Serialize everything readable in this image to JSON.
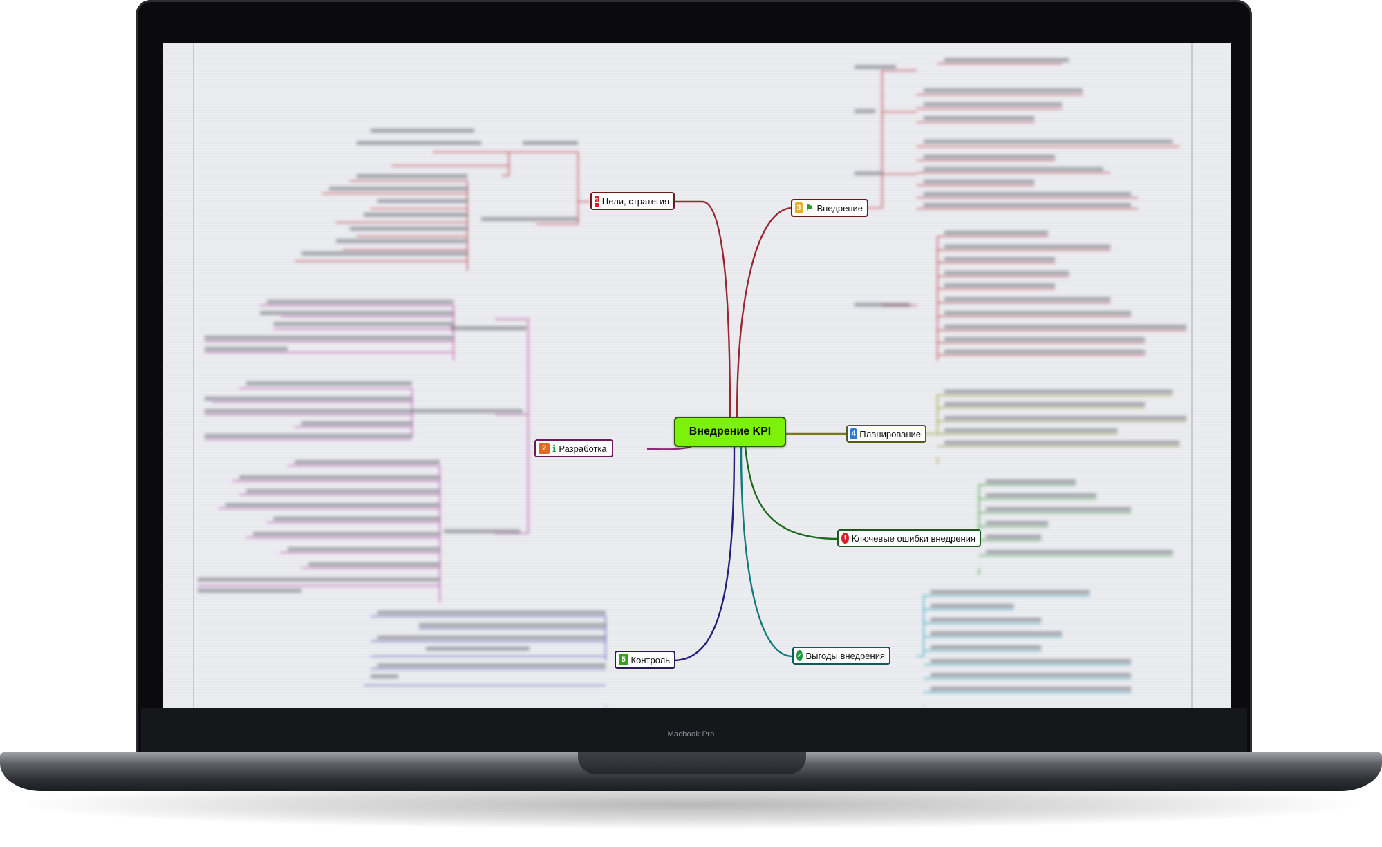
{
  "device": {
    "brand_label": "Macbook Pro"
  },
  "mindmap": {
    "central_topic": "Внедрение KPI",
    "branches": [
      {
        "number": "1",
        "label": "Цели, стратегия",
        "color": "#b0303a",
        "badge_color": "#d8202a",
        "icon": "number-1-icon"
      },
      {
        "number": "2",
        "label": "Разработка",
        "color": "#a13a8a",
        "badge_color": "#e06a20",
        "icon": "info-icon"
      },
      {
        "number": "3",
        "label": "Внедрение",
        "color": "#b0303a",
        "badge_color": "#e8b020",
        "icon": "flag-icon"
      },
      {
        "number": "4",
        "label": "Планирование",
        "color": "#8a8a1a",
        "badge_color": "#2a7ad8",
        "icon": "number-4-icon"
      },
      {
        "number": "",
        "label": "Ключевые ошибки внедрения",
        "color": "#2a7a2a",
        "badge_color": "#d8202a",
        "icon": "exclamation-icon"
      },
      {
        "number": "",
        "label": "Выгоды внедрения",
        "color": "#1a8a8a",
        "badge_color": "#1a9a3a",
        "icon": "checkmark-icon"
      },
      {
        "number": "5",
        "label": "Контроль",
        "color": "#3a2a8a",
        "badge_color": "#3aa01a",
        "icon": "number-5-icon"
      }
    ]
  }
}
